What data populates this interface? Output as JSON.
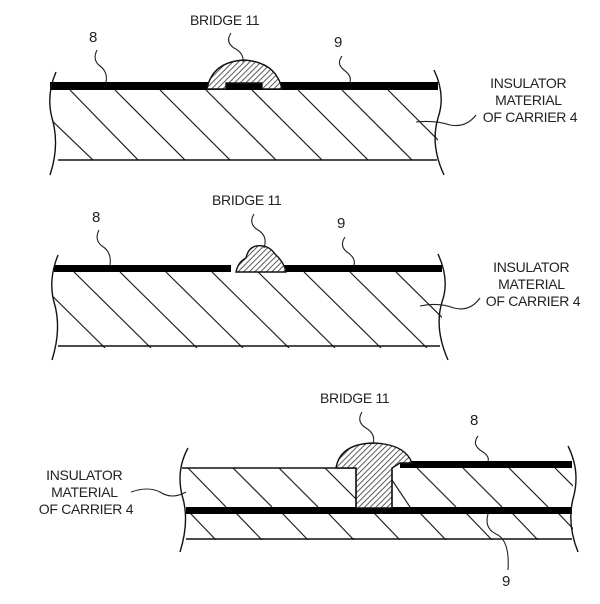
{
  "figures": [
    {
      "id": "figure-a",
      "labels": {
        "bridge": "BRIDGE 11",
        "conductor_left": "8",
        "conductor_right": "9",
        "insulator": [
          "INSULATOR",
          "MATERIAL",
          "OF CARRIER 4"
        ]
      }
    },
    {
      "id": "figure-b",
      "labels": {
        "bridge": "BRIDGE 11",
        "conductor_left": "8",
        "conductor_right": "9",
        "insulator": [
          "INSULATOR",
          "MATERIAL",
          "OF CARRIER 4"
        ]
      }
    },
    {
      "id": "figure-c",
      "labels": {
        "bridge": "BRIDGE 11",
        "conductor_top": "8",
        "conductor_bottom": "9",
        "insulator": [
          "INSULATOR",
          "MATERIAL",
          "OF CARRIER 4"
        ]
      }
    }
  ],
  "colors": {
    "ink": "#111111",
    "background": "#ffffff"
  }
}
